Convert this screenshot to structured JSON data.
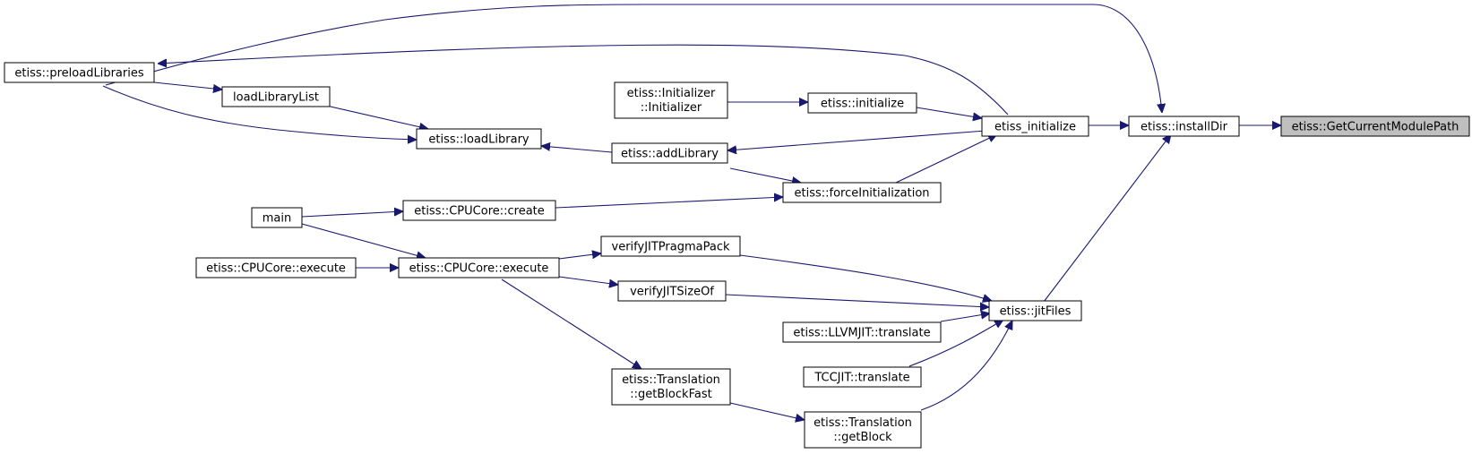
{
  "graph": {
    "nodes": {
      "get_current_module_path": {
        "lines": [
          "etiss::GetCurrentModulePath"
        ],
        "highlighted": true
      },
      "install_dir": {
        "lines": [
          "etiss::installDir"
        ]
      },
      "etiss_initialize": {
        "lines": [
          "etiss_initialize"
        ]
      },
      "initialize": {
        "lines": [
          "etiss::initialize"
        ]
      },
      "initializer_ctor": {
        "lines": [
          "etiss::Initializer",
          "::Initializer"
        ]
      },
      "preload_libraries": {
        "lines": [
          "etiss::preloadLibraries"
        ]
      },
      "load_library_list": {
        "lines": [
          "loadLibraryList"
        ]
      },
      "load_library": {
        "lines": [
          "etiss::loadLibrary"
        ]
      },
      "add_library": {
        "lines": [
          "etiss::addLibrary"
        ]
      },
      "force_initialization": {
        "lines": [
          "etiss::forceInitialization"
        ]
      },
      "cpucore_create": {
        "lines": [
          "etiss::CPUCore::create"
        ]
      },
      "main": {
        "lines": [
          "main"
        ]
      },
      "cpucore_execute_mid": {
        "lines": [
          "etiss::CPUCore::execute"
        ]
      },
      "cpucore_execute_left": {
        "lines": [
          "etiss::CPUCore::execute"
        ]
      },
      "verify_jit_pragma_pack": {
        "lines": [
          "verifyJITPragmaPack"
        ]
      },
      "verify_jit_size_of": {
        "lines": [
          "verifyJITSizeOf"
        ]
      },
      "jit_files": {
        "lines": [
          "etiss::jitFiles"
        ]
      },
      "llvmjit_translate": {
        "lines": [
          "etiss::LLVMJIT::translate"
        ]
      },
      "tccjit_translate": {
        "lines": [
          "TCCJIT::translate"
        ]
      },
      "translation_get_block_fast": {
        "lines": [
          "etiss::Translation",
          "::getBlockFast"
        ]
      },
      "translation_get_block": {
        "lines": [
          "etiss::Translation",
          "::getBlock"
        ]
      }
    },
    "colors": {
      "edge": "#191970",
      "node_border": "#000000",
      "node_fill": "#ffffff",
      "highlight_fill": "#bfbfbf"
    }
  }
}
